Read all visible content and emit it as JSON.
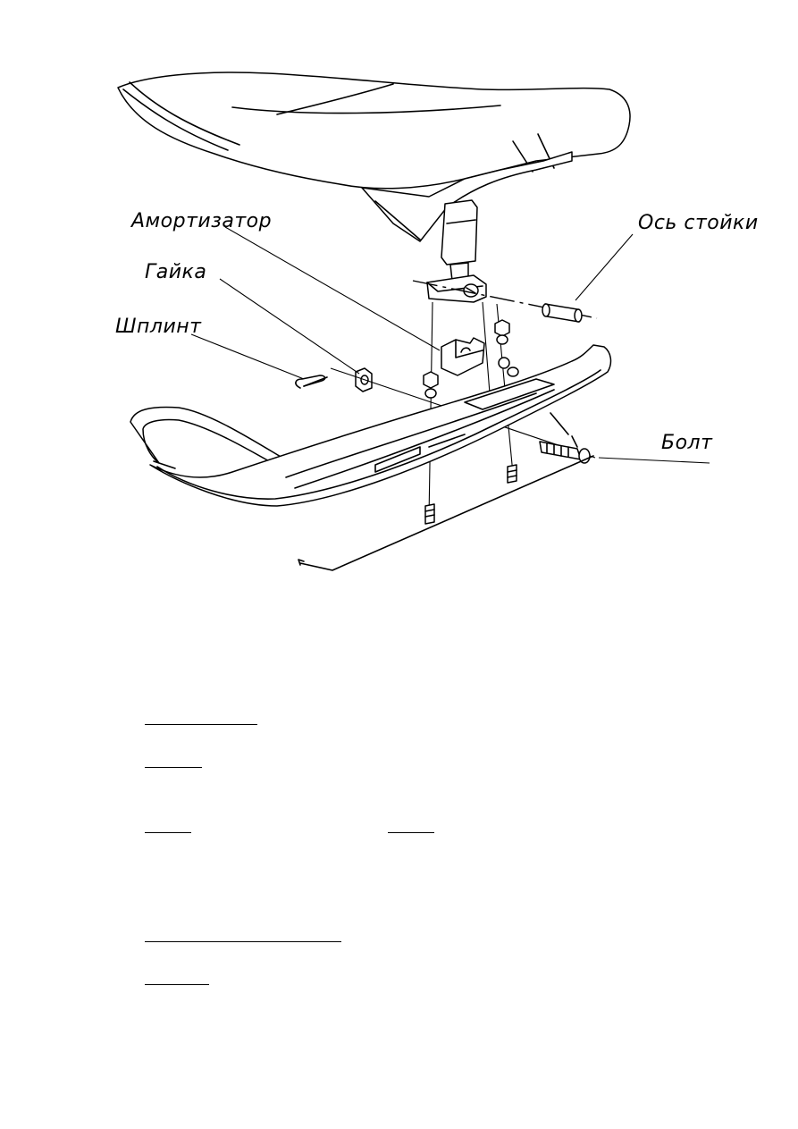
{
  "labels": {
    "shock_absorber": "Амортизатор",
    "nut": "Гайка",
    "cotter_pin": "Шплинт",
    "strut_axle": "Ось стойки",
    "bolt": "Болт"
  },
  "answer_blanks": [
    {
      "id": "blank-1",
      "value": ""
    },
    {
      "id": "blank-2",
      "value": ""
    },
    {
      "id": "blank-3",
      "value": ""
    },
    {
      "id": "blank-4",
      "value": ""
    },
    {
      "id": "blank-5",
      "value": ""
    },
    {
      "id": "blank-6",
      "value": ""
    }
  ]
}
